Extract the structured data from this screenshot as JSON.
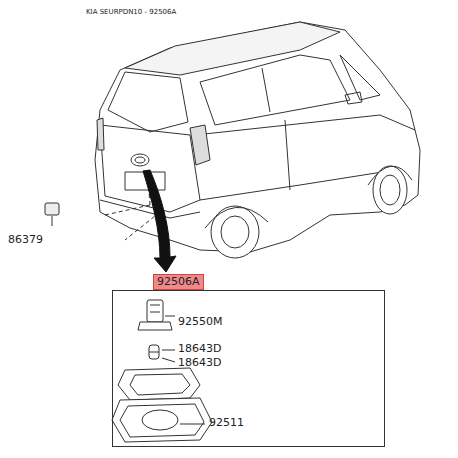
{
  "diagram": {
    "title": "KIA SEURPDN10 - 92506A",
    "nodes": [
      {
        "text": [
          "92506A"
        ]
      }
    ],
    "labels": [
      "86379",
      "92550M",
      "18643D",
      "18643D",
      "92511"
    ]
  }
}
